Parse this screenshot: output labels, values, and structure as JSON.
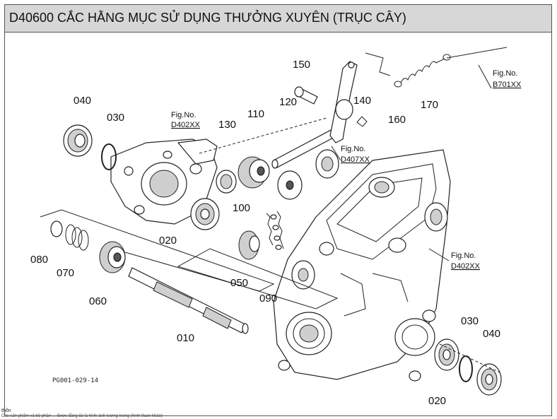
{
  "title": "D40600 CẮC HẰNG MỤC SỬ DỤNG THƯỞNG XUYÊN (TRỤC CÂY)",
  "callouts": {
    "p150": "150",
    "p140": "140",
    "p160": "160",
    "p170": "170",
    "p120": "120",
    "p110": "110",
    "p130": "130",
    "p040a": "040",
    "p030a": "030",
    "p020a": "020",
    "p100": "100",
    "p080": "080",
    "p070": "070",
    "p060": "060",
    "p050": "050",
    "p090": "090",
    "p010": "010",
    "p030b": "030",
    "p040b": "040",
    "p020b": "020"
  },
  "fig_refs": {
    "b701_a": "Fig.No.",
    "b701_b": "B701XX",
    "d402a_a": "Fig.No.",
    "d402a_b": "D402XX",
    "d407_a": "Fig.No.",
    "d407_b": "D407XX",
    "d402b_a": "Fig.No.",
    "d402b_b": "D402XX"
  },
  "drawing_code": "PG001-029-14",
  "footer": {
    "line1": "thôn",
    "line2": "Các sản phẩm và bộ phận ... được đăng tải là hình ảnh tượng trưng (hình tham khảo)"
  }
}
